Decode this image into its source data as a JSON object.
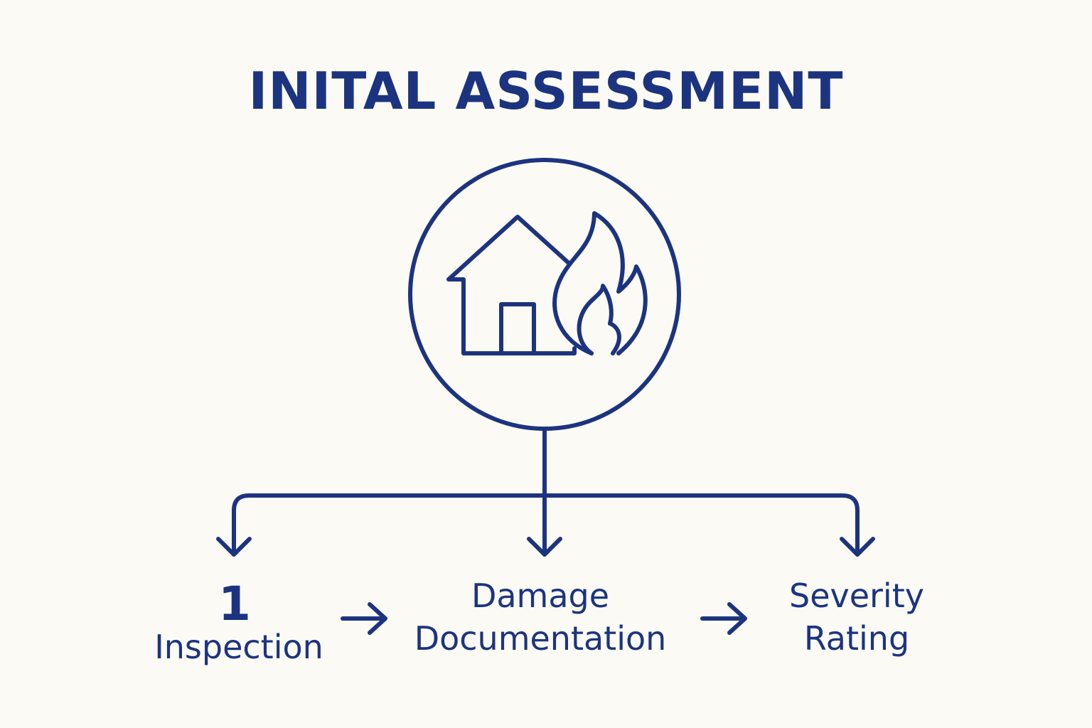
{
  "title": "INITAL ASSESSMENT",
  "icons": {
    "center": "house-fire-icon"
  },
  "steps": [
    {
      "number": "1",
      "label": "Inspection"
    },
    {
      "number": "",
      "label_line1": "Damage",
      "label_line2": "Documentation"
    },
    {
      "number": "",
      "label_line1": "Severity",
      "label_line2": "Rating"
    }
  ],
  "colors": {
    "background": "#fbfaf5",
    "primary": "#1c3480"
  }
}
